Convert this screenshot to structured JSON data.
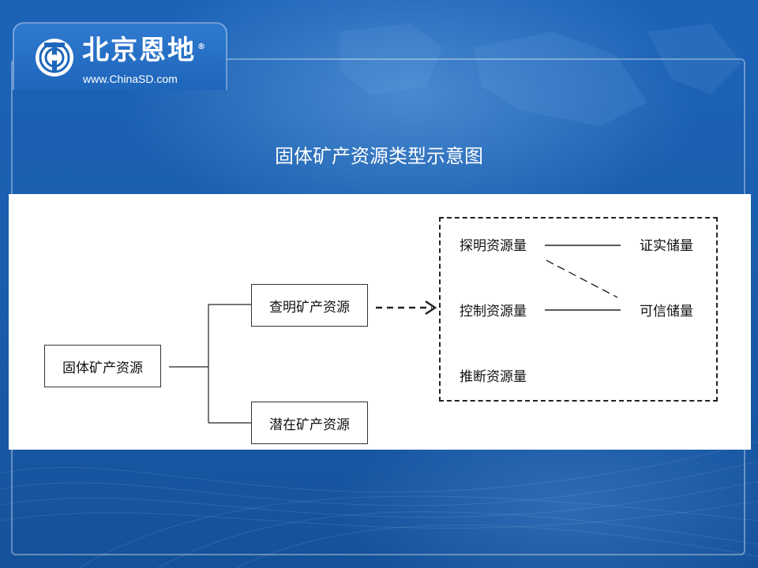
{
  "brand": {
    "name_cn": "北京恩地",
    "url": "www.ChinaSD.com",
    "registered_mark": "®"
  },
  "slide": {
    "title": "固体矿产资源类型示意图"
  },
  "diagram": {
    "root": "固体矿产资源",
    "branches": [
      "查明矿产资源",
      "潜在矿产资源"
    ],
    "resource_categories": [
      "探明资源量",
      "控制资源量",
      "推断资源量"
    ],
    "reserve_categories": [
      "证实储量",
      "可信储量"
    ],
    "links": [
      {
        "from": "探明资源量",
        "to": "证实储量",
        "style": "solid"
      },
      {
        "from": "探明资源量",
        "to": "可信储量",
        "style": "dashed"
      },
      {
        "from": "控制资源量",
        "to": "可信储量",
        "style": "solid"
      }
    ]
  },
  "colors": {
    "background": "#1a5ead",
    "panel": "#ffffff",
    "line": "#222222",
    "text": "#111111"
  }
}
